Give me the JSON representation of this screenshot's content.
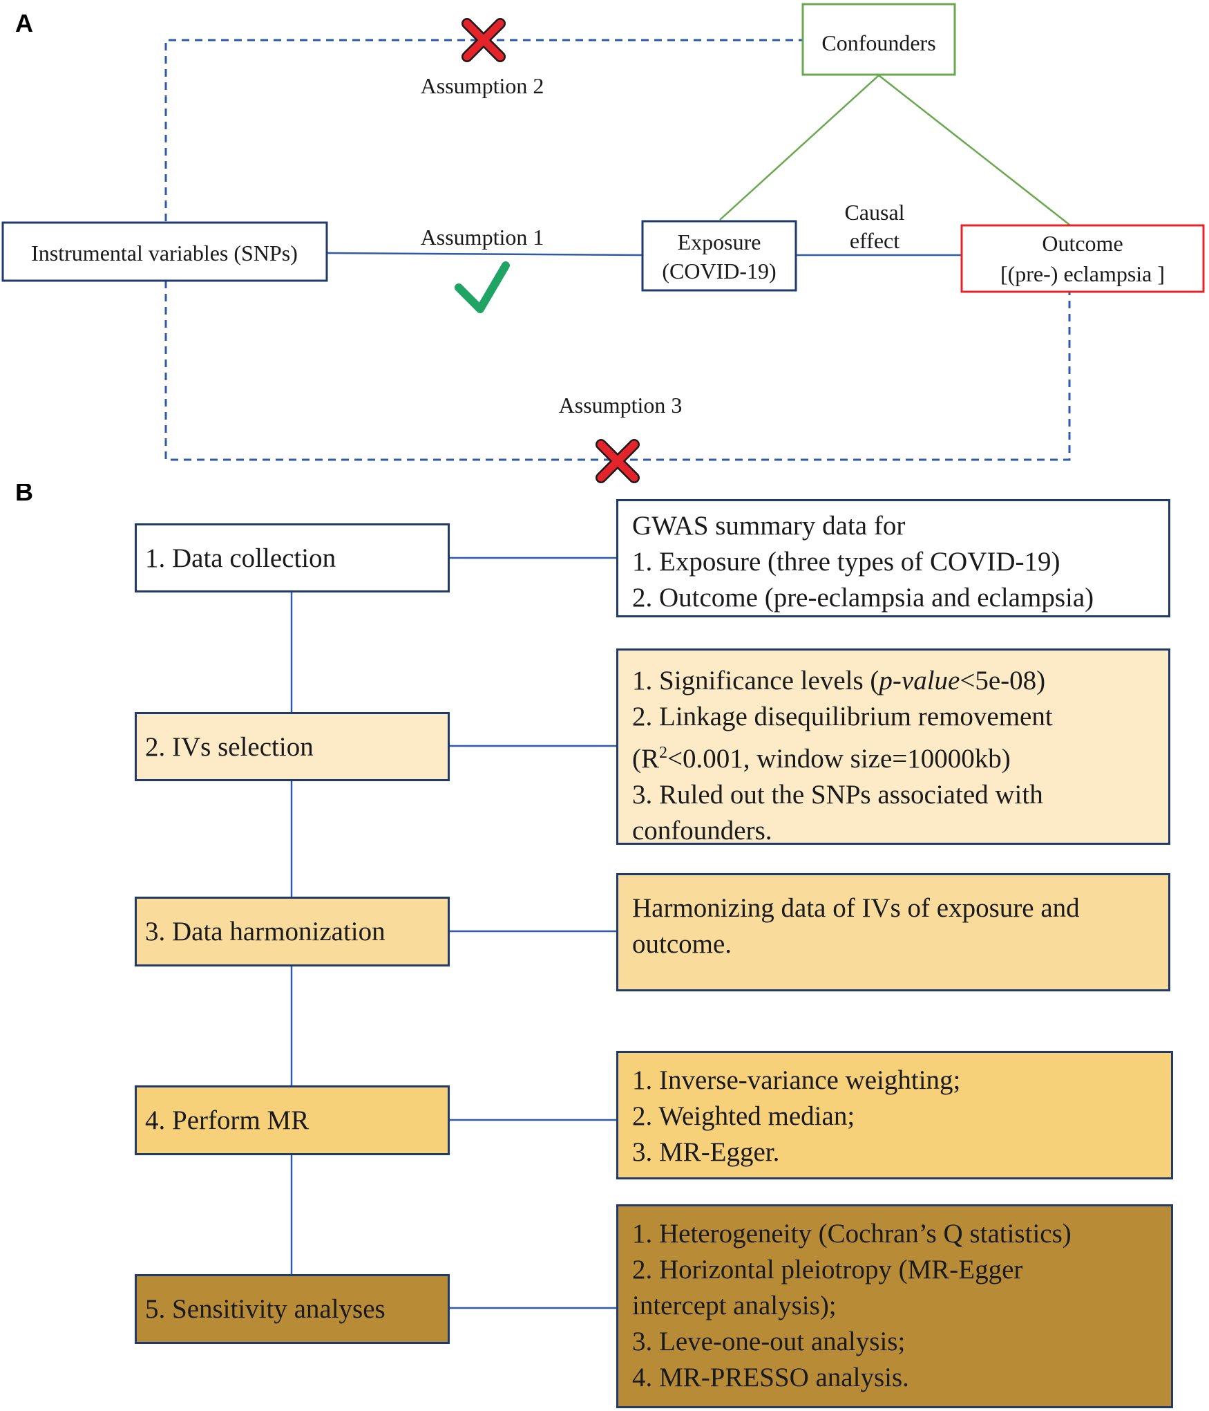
{
  "panel_a": {
    "letter": "A",
    "confounders": "Confounders",
    "instruments": "Instrumental variables (SNPs)",
    "exposure_line1": "Exposure",
    "exposure_line2": "(COVID-19)",
    "outcome_line1": "Outcome",
    "outcome_line2": "[(pre-) eclampsia ]",
    "assumption1": "Assumption 1",
    "assumption2": "Assumption 2",
    "assumption3": "Assumption 3",
    "causal_line1": "Causal",
    "causal_line2": "effect",
    "colors": {
      "confounders_border": "#6aa84f",
      "outcome_border": "#e3242b",
      "line": "#2e5aa8",
      "cross": "#e3242b",
      "check": "#1fa463"
    }
  },
  "panel_b": {
    "letter": "B",
    "steps": [
      {
        "label": "1. Data collection",
        "fill": "#ffffff"
      },
      {
        "label": "2. IVs selection",
        "fill": "#fcebc6"
      },
      {
        "label": "3. Data harmonization",
        "fill": "#f9dc9b"
      },
      {
        "label": "4. Perform MR",
        "fill": "#f7d07a"
      },
      {
        "label": "5. Sensitivity analyses",
        "fill": "#b88b36"
      }
    ],
    "details": [
      {
        "lines": [
          "GWAS summary data for",
          "1. Exposure (three types of COVID-19)",
          "2. Outcome (pre-eclampsia and eclampsia)"
        ]
      },
      {
        "sig_prefix": "1. Significance levels (",
        "sig_italic": "p-value",
        "sig_suffix": "<5e-08)",
        "line2": "2. Linkage disequilibrium removement",
        "line3_a": "(R",
        "line3_sup": "2",
        "line3_b": "<0.001, window size=10000kb)",
        "line4": "3. Ruled out the SNPs associated with",
        "line5": "confounders."
      },
      {
        "lines": [
          "Harmonizing data of IVs of exposure and",
          "outcome."
        ]
      },
      {
        "lines": [
          "1. Inverse-variance weighting;",
          "2. Weighted median;",
          "3. MR-Egger."
        ]
      },
      {
        "lines": [
          "1. Heterogeneity (Cochran’s Q statistics)",
          "2. Horizontal pleiotropy (MR-Egger",
          "intercept analysis);",
          "3. Leve-one-out analysis;",
          "4. MR-PRESSO analysis."
        ]
      }
    ]
  }
}
